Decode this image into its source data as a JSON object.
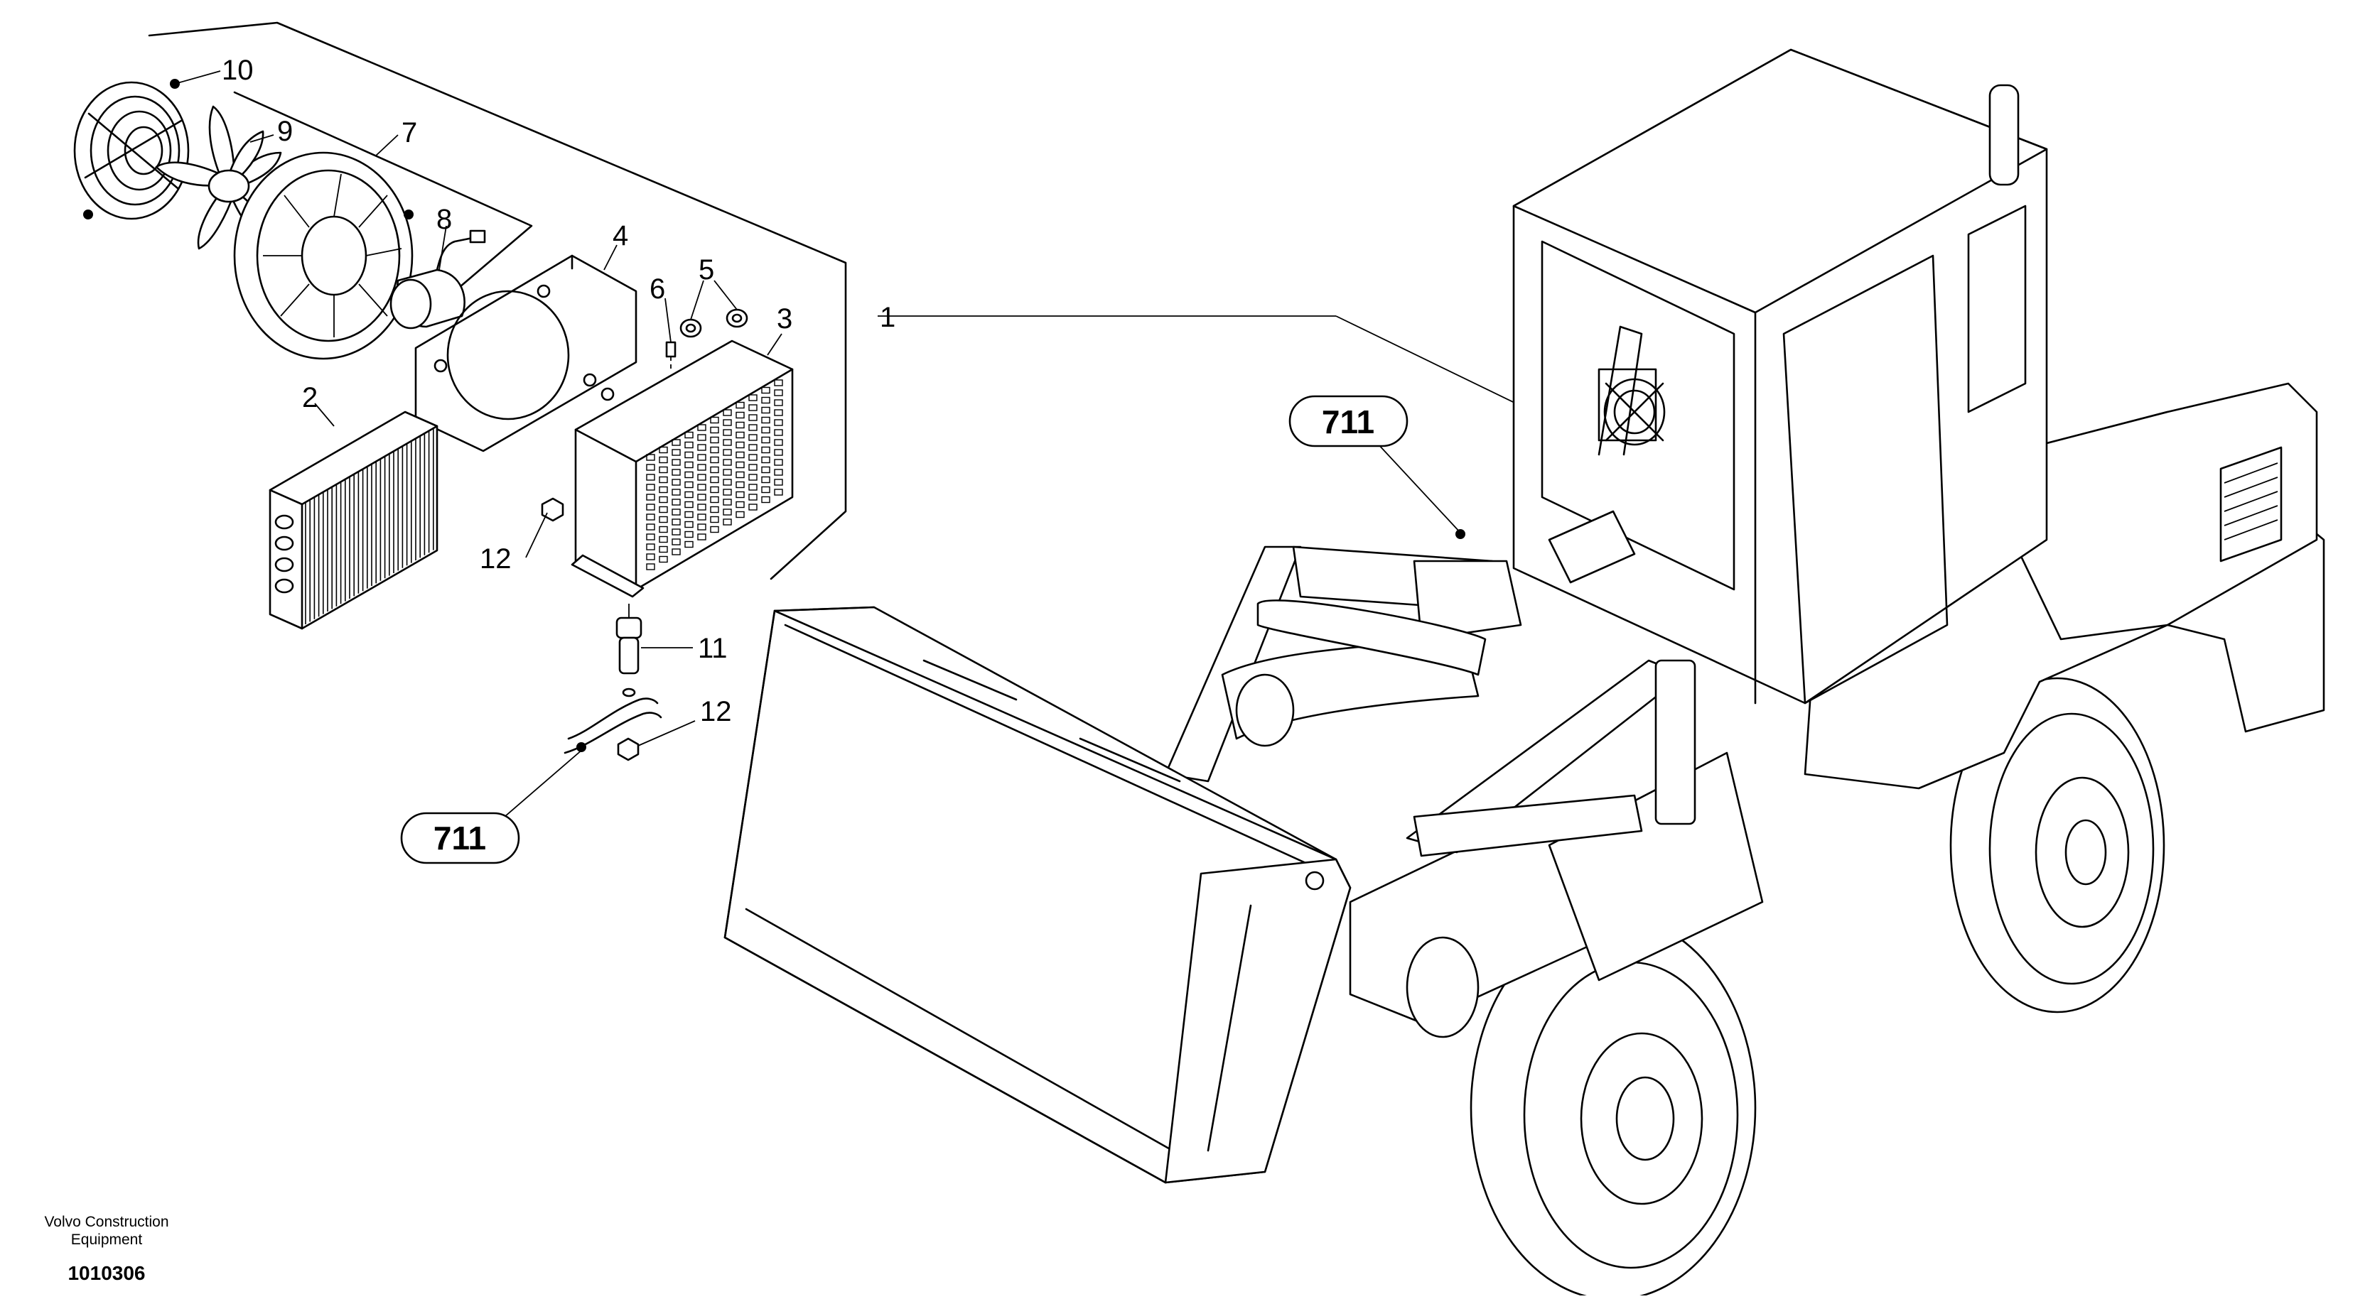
{
  "callouts": [
    {
      "id": "10",
      "label": "10"
    },
    {
      "id": "9",
      "label": "9"
    },
    {
      "id": "7",
      "label": "7"
    },
    {
      "id": "8",
      "label": "8"
    },
    {
      "id": "4",
      "label": "4"
    },
    {
      "id": "6",
      "label": "6"
    },
    {
      "id": "5",
      "label": "5"
    },
    {
      "id": "3",
      "label": "3"
    },
    {
      "id": "1",
      "label": "1"
    },
    {
      "id": "2",
      "label": "2"
    },
    {
      "id": "12a",
      "label": "12"
    },
    {
      "id": "11",
      "label": "11"
    },
    {
      "id": "12b",
      "label": "12"
    }
  ],
  "references": [
    {
      "id": "ref-top",
      "label": "711"
    },
    {
      "id": "ref-bottom",
      "label": "711"
    }
  ],
  "watermark": {
    "company_line1": "Volvo Construction",
    "company_line2": "Equipment",
    "drawing_number": "1010306"
  }
}
